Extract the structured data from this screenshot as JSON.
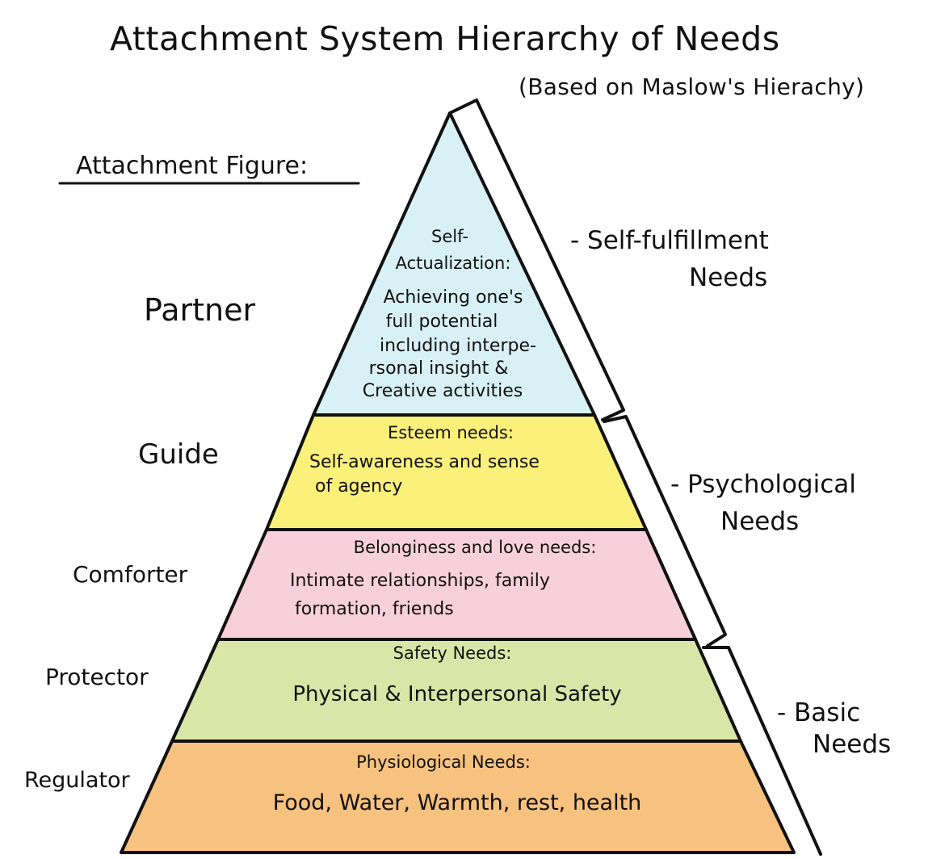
{
  "title": "Attachment System Hierarchy of Needs",
  "subtitle": "(Based on Maslow's Hierachy)",
  "attachment_label": "Attachment Figure:",
  "figures": [
    "Partner",
    "Guide",
    "Comforter",
    "Protector",
    "Regulator"
  ],
  "tiers": [
    {
      "heading_lines": [
        "Self-",
        "Actualization:"
      ],
      "body_lines": [
        "Achieving one's",
        "full potential",
        "including interpe-",
        "rsonal insight &",
        "Creative activities"
      ],
      "color": "#d8f1f6"
    },
    {
      "heading_lines": [
        "Esteem needs:"
      ],
      "body_lines": [
        "Self-awareness and sense",
        "of agency"
      ],
      "color": "#fbf07a"
    },
    {
      "heading_lines": [
        "Belonginess and love needs:"
      ],
      "body_lines": [
        "Intimate relationships, family",
        "formation, friends"
      ],
      "color": "#f8d0dc"
    },
    {
      "heading_lines": [
        "Safety Needs:"
      ],
      "body_lines": [
        "Physical & Interpersonal Safety"
      ],
      "color": "#dae6a8"
    },
    {
      "heading_lines": [
        "Physiological Needs:"
      ],
      "body_lines": [
        "Food, Water, Warmth, rest, health"
      ],
      "color": "#f7c27f"
    }
  ],
  "need_groups": [
    {
      "label_lines": [
        "- Self-fulfillment",
        "Needs"
      ]
    },
    {
      "label_lines": [
        "- Psychological",
        "Needs"
      ]
    },
    {
      "label_lines": [
        "- Basic",
        "Needs"
      ]
    }
  ]
}
